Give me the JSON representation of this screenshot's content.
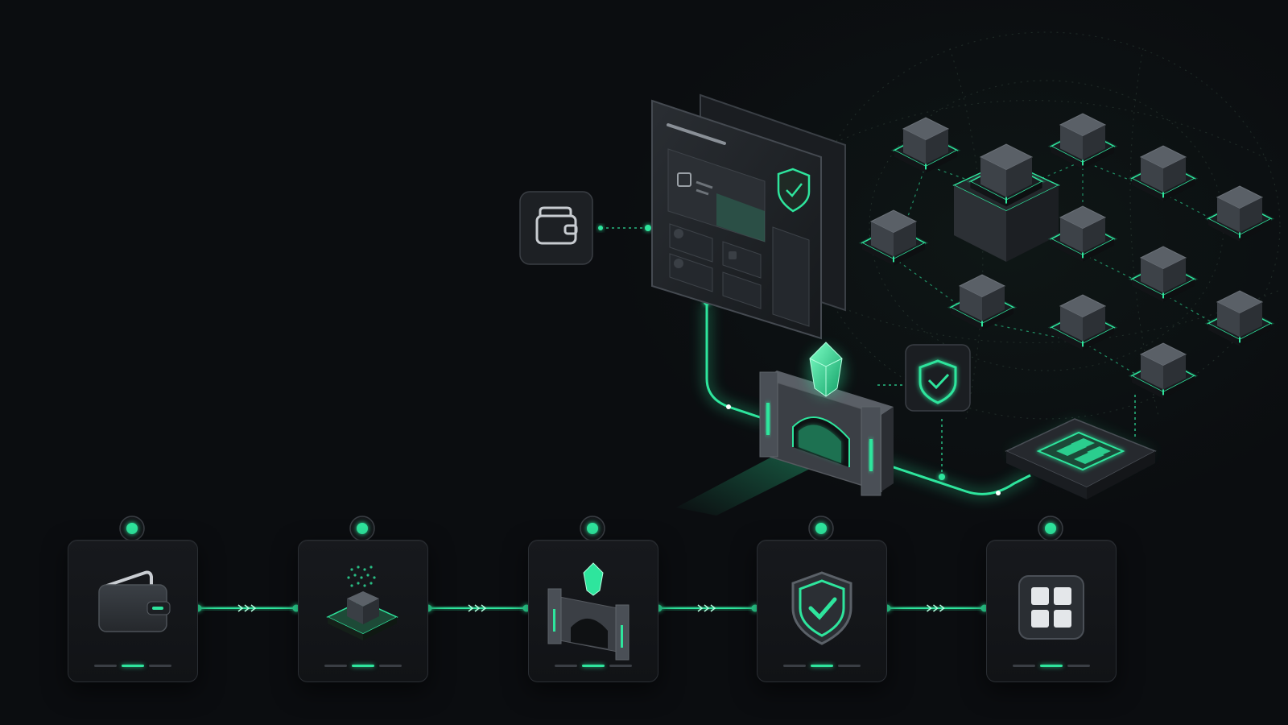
{
  "colors": {
    "background": "#0b0d10",
    "accent": "#2ee59d",
    "panel": "#1b1e22",
    "panel_border": "#34383e",
    "cube_face": "#3a3f45"
  },
  "icons": {
    "top_flow": [
      "wallet-icon",
      "dashboard-window",
      "gateway-arch-icon",
      "emerald-gem-icon",
      "shield-check-icon",
      "grid-chip-icon",
      "blockchain-cube-grid"
    ],
    "process_steps": [
      "wallet-icon",
      "cube-stack-icon",
      "gateway-arch-icon",
      "shield-check-icon",
      "grid-app-icon"
    ]
  },
  "process_steps": [
    {
      "icon": "wallet-icon",
      "active_page": 2
    },
    {
      "icon": "cube-stack-icon",
      "active_page": 2
    },
    {
      "icon": "gateway-arch-icon",
      "active_page": 2
    },
    {
      "icon": "shield-check-icon",
      "active_page": 2
    },
    {
      "icon": "grid-app-icon",
      "active_page": 2
    }
  ]
}
